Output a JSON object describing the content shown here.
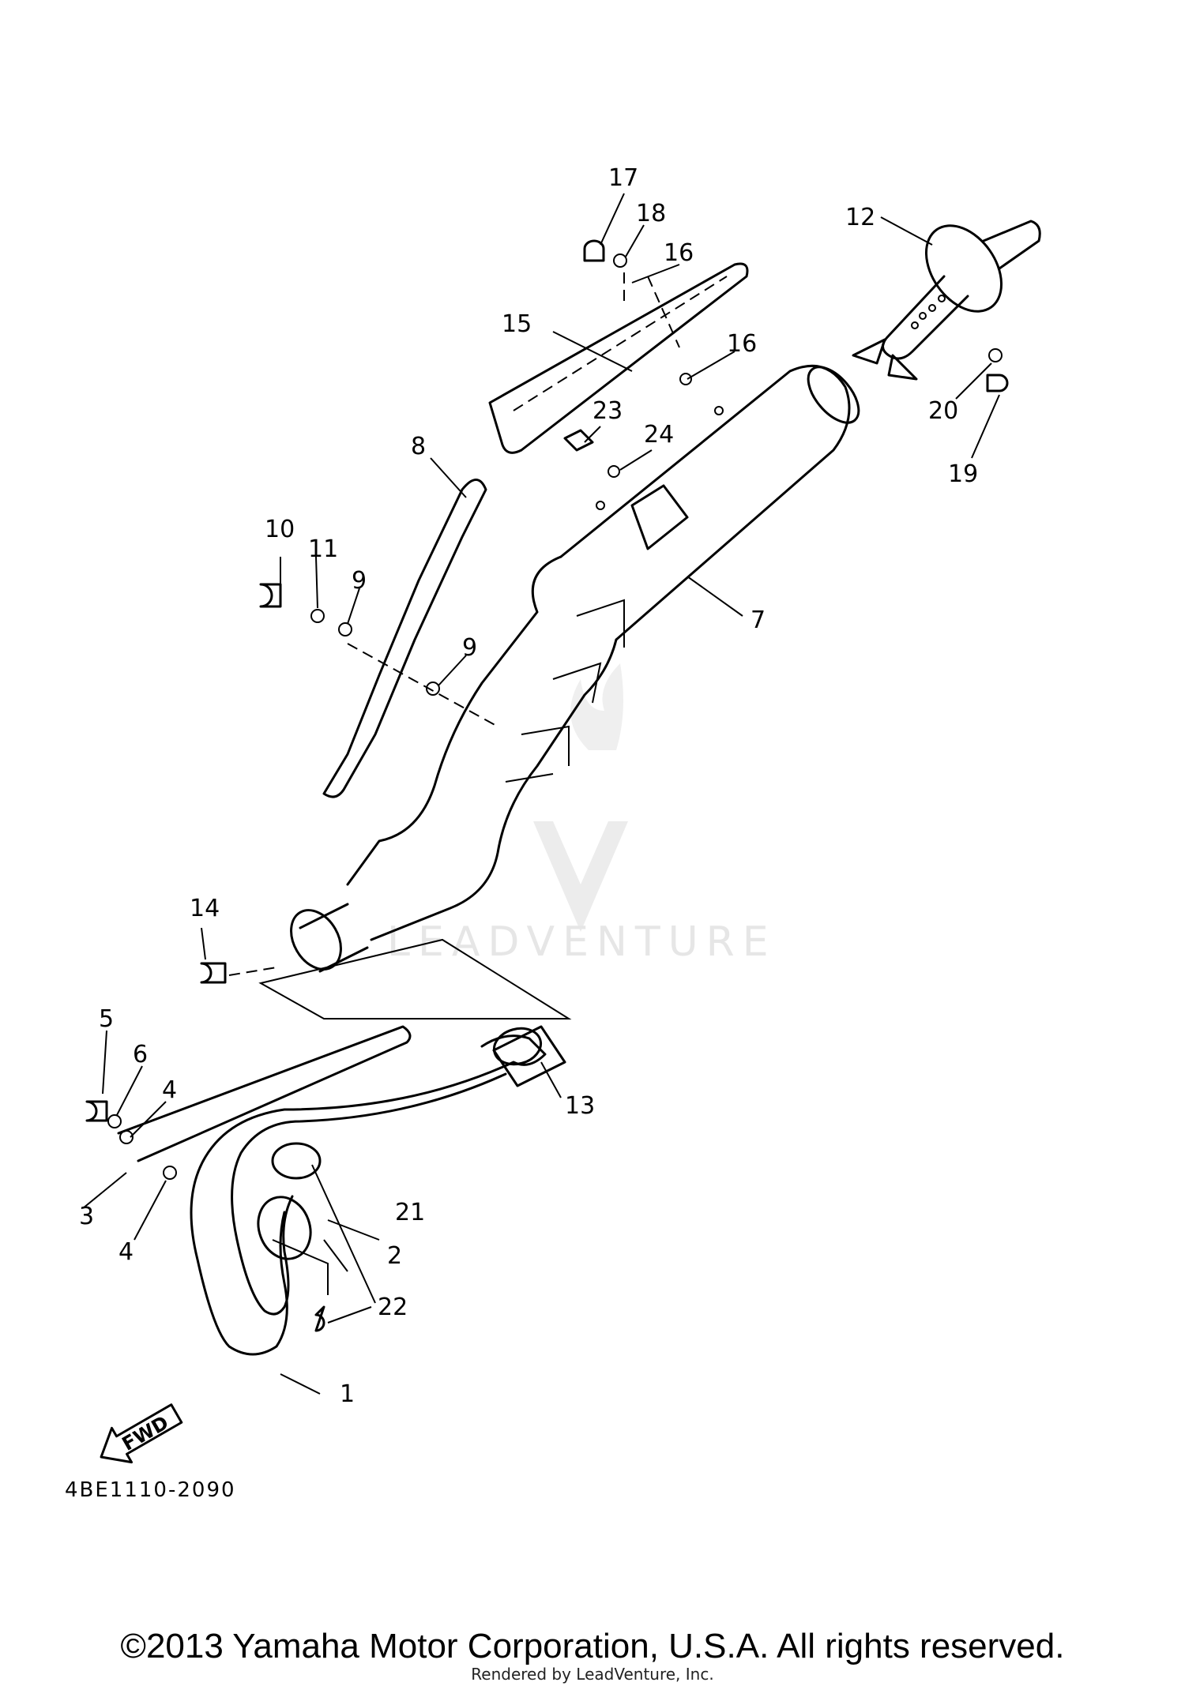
{
  "watermark": {
    "text": "LEADVENTURE"
  },
  "fwd_label": "FWD",
  "diagram_code": "4BE1110-2090",
  "callouts": [
    "1",
    "2",
    "3",
    "4",
    "4",
    "5",
    "6",
    "7",
    "8",
    "9",
    "9",
    "10",
    "11",
    "12",
    "13",
    "14",
    "15",
    "16",
    "16",
    "17",
    "18",
    "19",
    "20",
    "21",
    "22",
    "23",
    "24"
  ],
  "footer": {
    "copyright": "©2013 Yamaha Motor Corporation, U.S.A. All rights reserved.",
    "rendered_by": "Rendered by LeadVenture, Inc."
  }
}
